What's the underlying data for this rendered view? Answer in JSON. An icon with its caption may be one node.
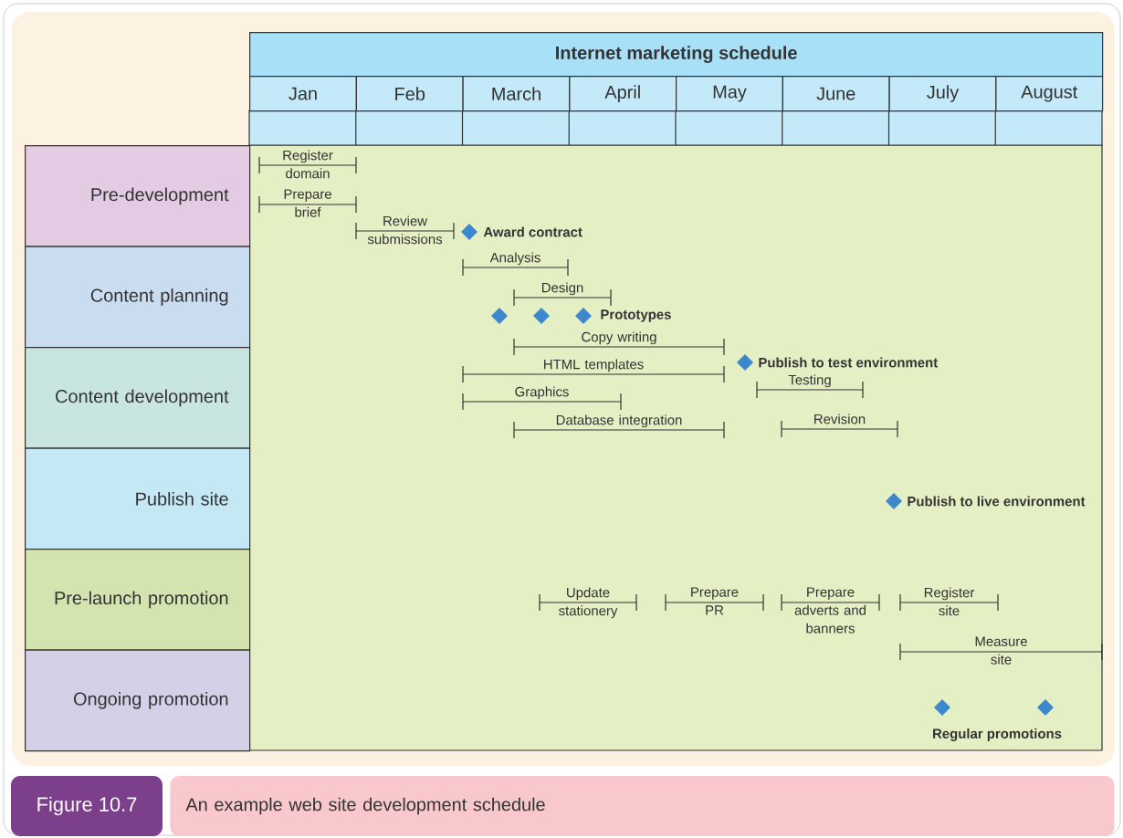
{
  "diagram": {
    "nodes": [
      {
        "text": [
          "Internet marketing schedule"
        ]
      },
      {
        "text": [
          "Jan"
        ]
      },
      {
        "text": [
          "Feb"
        ]
      },
      {
        "text": [
          "March"
        ]
      },
      {
        "text": [
          "April"
        ]
      },
      {
        "text": [
          "May"
        ]
      },
      {
        "text": [
          "June"
        ]
      },
      {
        "text": [
          "July"
        ]
      },
      {
        "text": [
          "August"
        ]
      },
      {
        "text": [
          "Pre-development"
        ]
      },
      {
        "text": [
          "Content planning"
        ]
      },
      {
        "text": [
          "Content development"
        ]
      },
      {
        "text": [
          "Publish site"
        ]
      },
      {
        "text": [
          "Pre-launch promotion"
        ]
      },
      {
        "text": [
          "Ongoing promotion"
        ]
      },
      {
        "text": [
          "Figure 10.7"
        ]
      }
    ],
    "labels": [
      "Register domain",
      "Prepare brief",
      "Review submissions",
      "Award contract",
      "Analysis",
      "Design",
      "Prototypes",
      "Copy writing",
      "Publish to test environment",
      "HTML templates",
      "Testing",
      "Graphics",
      "Database integration",
      "Revision",
      "Publish to live environment",
      "Update stationery",
      "Prepare PR",
      "Prepare adverts and banners",
      "Register site",
      "Measure site",
      "Regular promotions"
    ],
    "caption": "An example web site development schedule"
  }
}
